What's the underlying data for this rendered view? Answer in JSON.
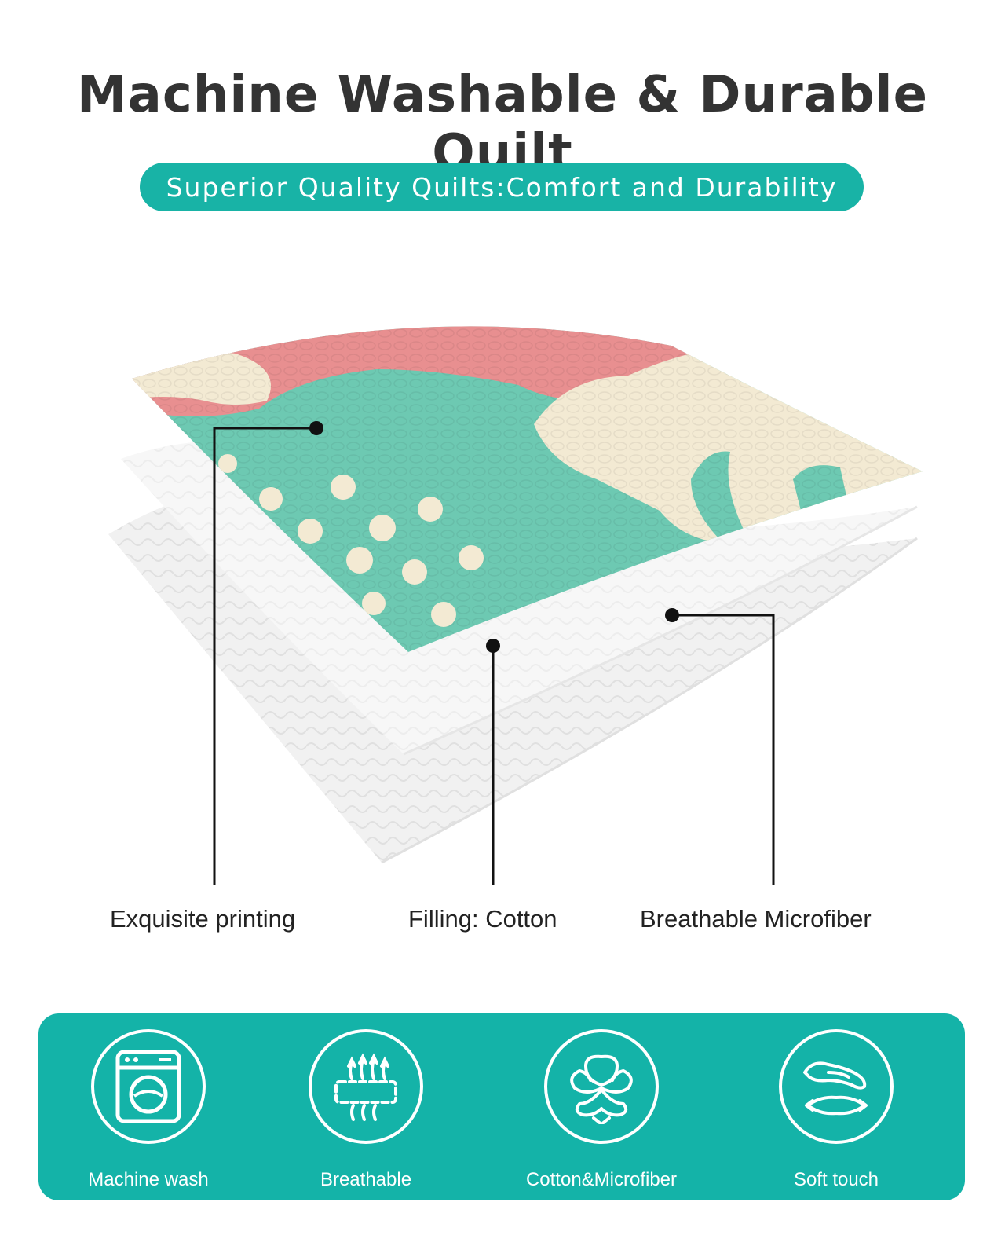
{
  "header": {
    "title": "Machine Washable & Durable Quilt",
    "subtitle": "Superior Quality Quilts:Comfort and Durability"
  },
  "layers": [
    {
      "label": "Exquisite printing"
    },
    {
      "label": "Filling: Cotton"
    },
    {
      "label": "Breathable Microfiber"
    }
  ],
  "features": [
    {
      "label": "Machine wash",
      "icon": "washing-machine-icon"
    },
    {
      "label": "Breathable",
      "icon": "breathable-icon"
    },
    {
      "label": "Cotton&Microfiber",
      "icon": "cotton-flower-icon"
    },
    {
      "label": "Soft touch",
      "icon": "soft-touch-icon"
    }
  ],
  "colors": {
    "accent": "#14b3a8",
    "quilt_teal": "#6dc9b2",
    "quilt_pink": "#e88f90",
    "quilt_cream": "#f3ead3",
    "filling_white": "#f3f3f3"
  }
}
